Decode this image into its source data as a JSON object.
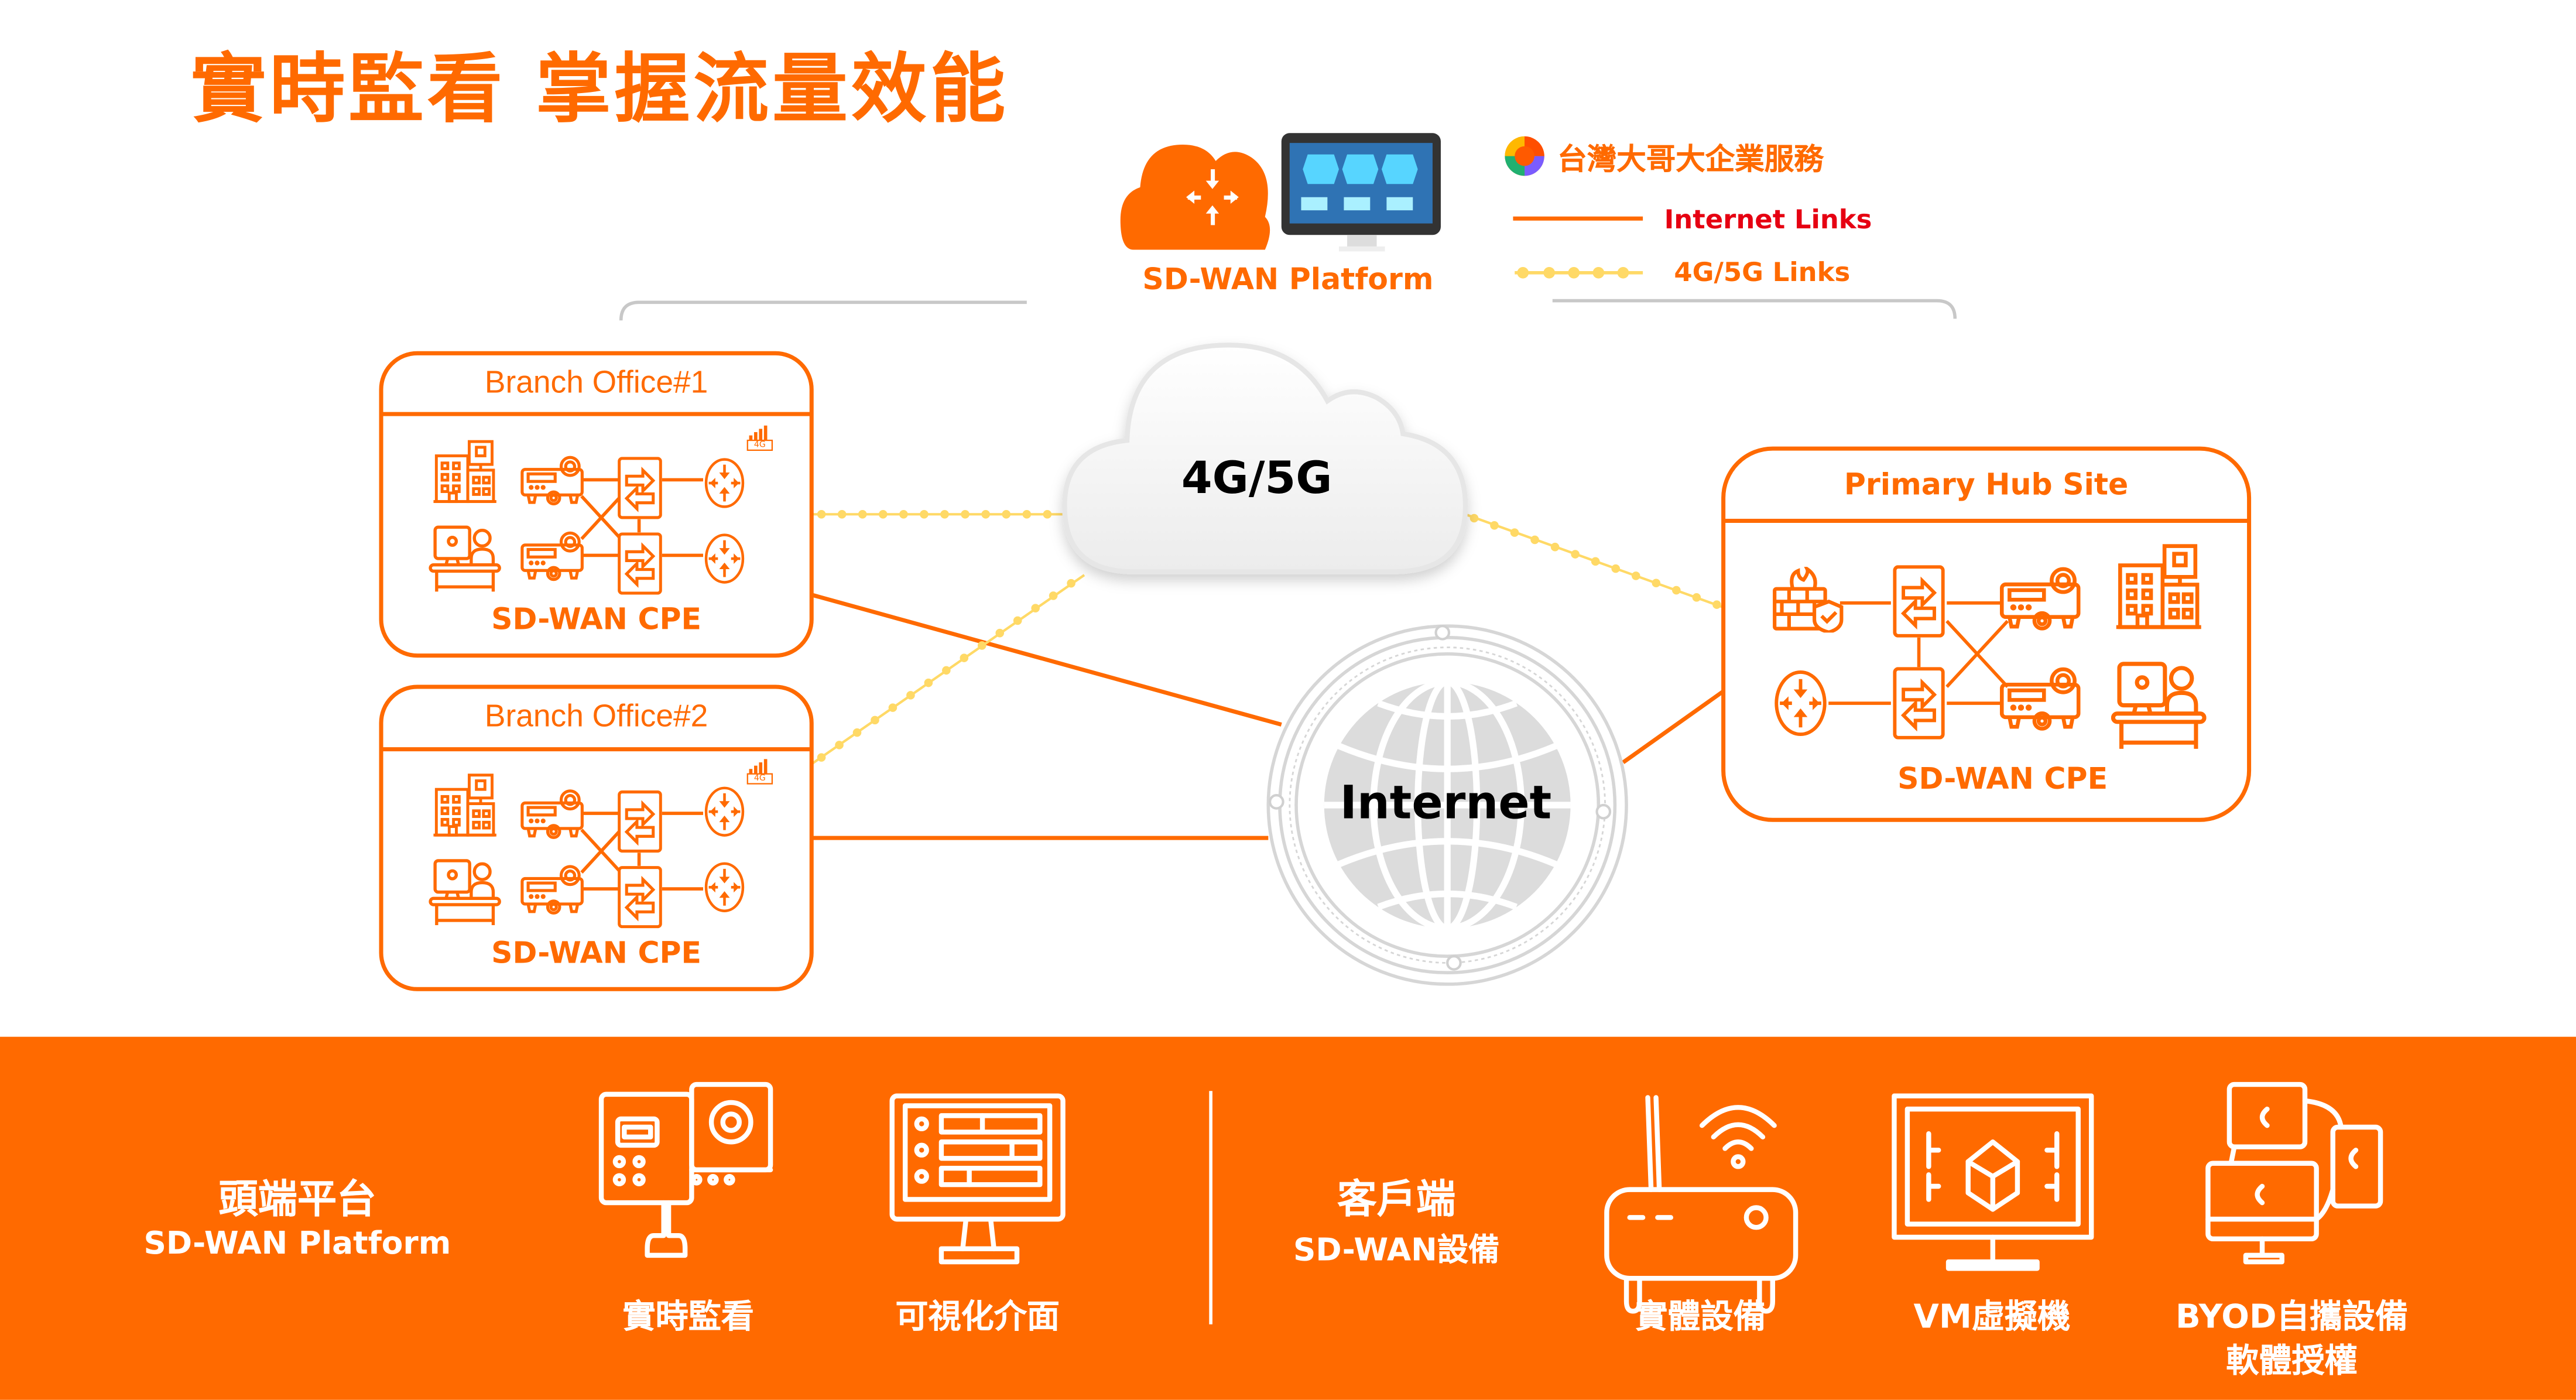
{
  "page_title": "實時監看 掌握流量效能",
  "platform": {
    "label": "SD-WAN Platform",
    "brand": "台灣大哥大企業服務"
  },
  "legend": {
    "internet_links": "Internet Links",
    "cellular_links": "4G/5G Links",
    "colors": {
      "internet_links": "#ff6a00",
      "internet_links_label": "#e60012",
      "cellular_links": "#ffd966",
      "cellular_links_label": "#ff6a00"
    }
  },
  "networks": {
    "cellular_cloud": "4G/5G",
    "internet": "Internet"
  },
  "sites": [
    {
      "title": "Branch Office#1",
      "cpe_label": "SD-WAN CPE",
      "signal_badge": "4G",
      "icons": [
        "office-building-icon",
        "desk-worker-icon",
        "cpe-device-icon",
        "switch-icon",
        "router-icon"
      ]
    },
    {
      "title": "Branch Office#2",
      "cpe_label": "SD-WAN CPE",
      "signal_badge": "4G",
      "icons": [
        "office-building-icon",
        "desk-worker-icon",
        "cpe-device-icon",
        "switch-icon",
        "router-icon"
      ]
    },
    {
      "title": "Primary Hub Site",
      "cpe_label": "SD-WAN CPE",
      "icons": [
        "firewall-icon",
        "router-icon",
        "switch-icon",
        "cpe-device-icon",
        "office-building-icon",
        "desk-worker-icon"
      ]
    }
  ],
  "bottom_band": {
    "platform_group": {
      "heading": "頭端平台",
      "subheading": "SD-WAN Platform",
      "items": [
        {
          "icon": "monitoring-console-icon",
          "label": "實時監看"
        },
        {
          "icon": "dashboard-monitor-icon",
          "label": "可視化介面"
        }
      ]
    },
    "client_group": {
      "heading": "客戶端",
      "subheading": "SD-WAN設備",
      "items": [
        {
          "icon": "wifi-router-icon",
          "label": "實體設備"
        },
        {
          "icon": "virtual-machine-icon",
          "label": "VM虛擬機"
        },
        {
          "icon": "byod-devices-icon",
          "label": "BYOD自攜設備",
          "label2": "軟體授權"
        }
      ]
    }
  },
  "colors": {
    "brand_orange": "#ff6a00",
    "band_background": "#ff6a00",
    "neutral_grey": "#c8c8c8"
  }
}
